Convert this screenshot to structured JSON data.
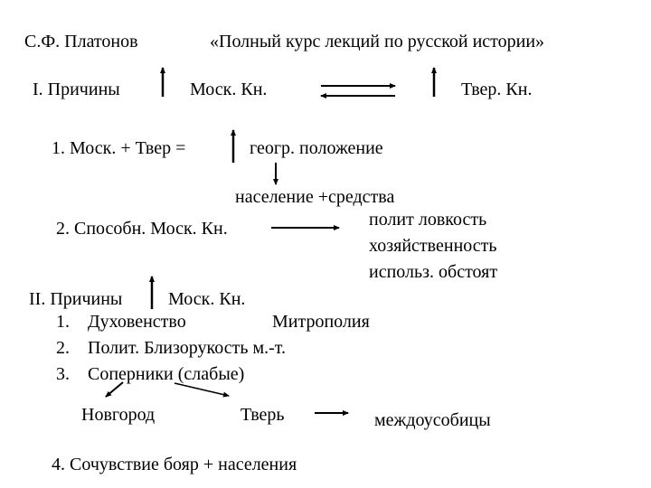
{
  "header": {
    "author": "С.Ф. Платонов",
    "title": "«Полный курс лекций по русской истории»"
  },
  "section1": {
    "label": "I. Причины",
    "mosk": "Моск. Кн.",
    "tver": "Твер. Кн.",
    "item1": "1. Моск. + Твер =",
    "geo": "геогр. положение",
    "population": "население +средства",
    "item2": "2. Способн. Моск. Кн.",
    "abilities": [
      "полит ловкость",
      "хозяйственность",
      "использ. обстоят"
    ]
  },
  "section2": {
    "label": "II. Причины",
    "mosk": "Моск. Кн.",
    "items": [
      {
        "num": "1.",
        "text": "Духовенство"
      },
      {
        "num": "2.",
        "text": "Полит. Близорукость м.-т."
      },
      {
        "num": "3.",
        "text": "Соперники (слабые)"
      }
    ],
    "metropoly": "Митрополия",
    "rivals": [
      "Новгород",
      "Тверь"
    ],
    "strife": "междоусобицы",
    "item4": "4. Сочувствие бояр + населения"
  }
}
